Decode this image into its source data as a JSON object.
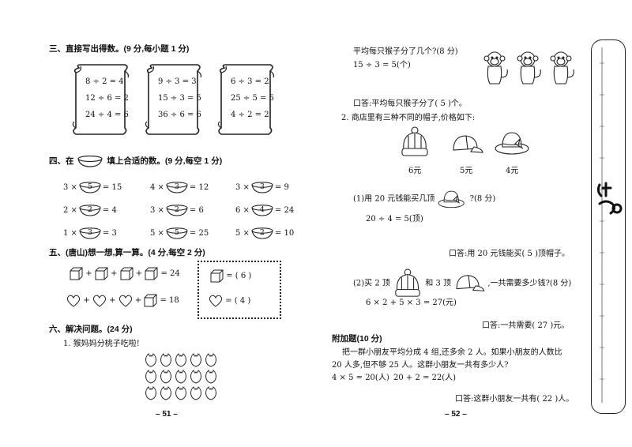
{
  "left": {
    "sec3_title": "三、直接写出得数。(9 分,每小题 1 分)",
    "scrolls": [
      [
        "8 ÷ 2 = 4",
        "12 ÷ 6 = 2",
        "24 ÷ 4 = 6"
      ],
      [
        "9 ÷ 3 = 3",
        "15 ÷ 3 = 5",
        "36 ÷ 6 = 6"
      ],
      [
        "6 ÷ 3 = 2",
        "25 ÷ 5 = 5",
        "4 ÷ 2 = 2"
      ]
    ],
    "sec4_title_a": "四、在",
    "sec4_title_b": "填上合适的数。(9 分,每空 1 分)",
    "pots": [
      {
        "pre": "3 ×",
        "val": "5",
        "post": "= 15"
      },
      {
        "pre": "4 ×",
        "val": "3",
        "post": "= 12"
      },
      {
        "pre": "3 ×",
        "val": "3",
        "post": "= 9"
      },
      {
        "pre": "2 ×",
        "val": "2",
        "post": "= 4"
      },
      {
        "pre": "3 ×",
        "val": "2",
        "post": "= 6"
      },
      {
        "pre": "6 ×",
        "val": "4",
        "post": "= 24"
      },
      {
        "pre": "1 ×",
        "val": "3",
        "post": "= 3"
      },
      {
        "pre": "5 ×",
        "val": "5",
        "post": "= 25"
      },
      {
        "pre": "5 ×",
        "val": "2",
        "post": "= 10"
      }
    ],
    "sec5_title": "五、(唐山)想一想,算一算。(4 分,每空 2 分)",
    "cube_eq": "= 24",
    "heart_eq": "= 18",
    "box_cube_ans": "= (  6  )",
    "box_heart_ans": "= (  4  )",
    "sec6_title": "六、解决问题。(24 分)",
    "q1": "1. 猴妈妈分桃子吃啦!",
    "page": "– 51 –"
  },
  "right": {
    "q1_line1": "平均每只猴子分了几个?(8 分)",
    "q1_calc": "15 ÷ 3 = 5(个)",
    "q1_answer": "口答:平均每只猴子分了(  5  )个。",
    "q2_title": "2. 商店里有三种不同的帽子,价格如下:",
    "prices": [
      "6元",
      "5元",
      "4元"
    ],
    "q2a_a": "(1)用 20 元钱能买几顶",
    "q2a_b": "?(8 分)",
    "q2a_calc": "20 ÷ 4 = 5(顶)",
    "q2a_answer": "口答:用 20 元钱能买(   5   )顶帽子。",
    "q2b_a": "(2)买 2 顶",
    "q2b_b": "和 3 顶",
    "q2b_c": ",一共需要多少钱?(8 分)",
    "q2b_calc": "6 × 2 + 5 × 3 = 27(元)",
    "q2b_answer": "口答:一共需要(  27  )元。",
    "bonus_title": "附加题(10 分)",
    "bonus_line1": "把一群小朋友平均分成 4 组,还多余 2 人。如果小朋友的人数比",
    "bonus_line2": "20 人多,但不够 25 人。这群小朋友一共有多少人?",
    "bonus_calc1": "4 × 5 = 20(人)",
    "bonus_calc2": "20 + 2 = 22(人)",
    "bonus_answer": "口答:这群小朋友一共有(  22  )人。",
    "page": "– 52 –"
  }
}
